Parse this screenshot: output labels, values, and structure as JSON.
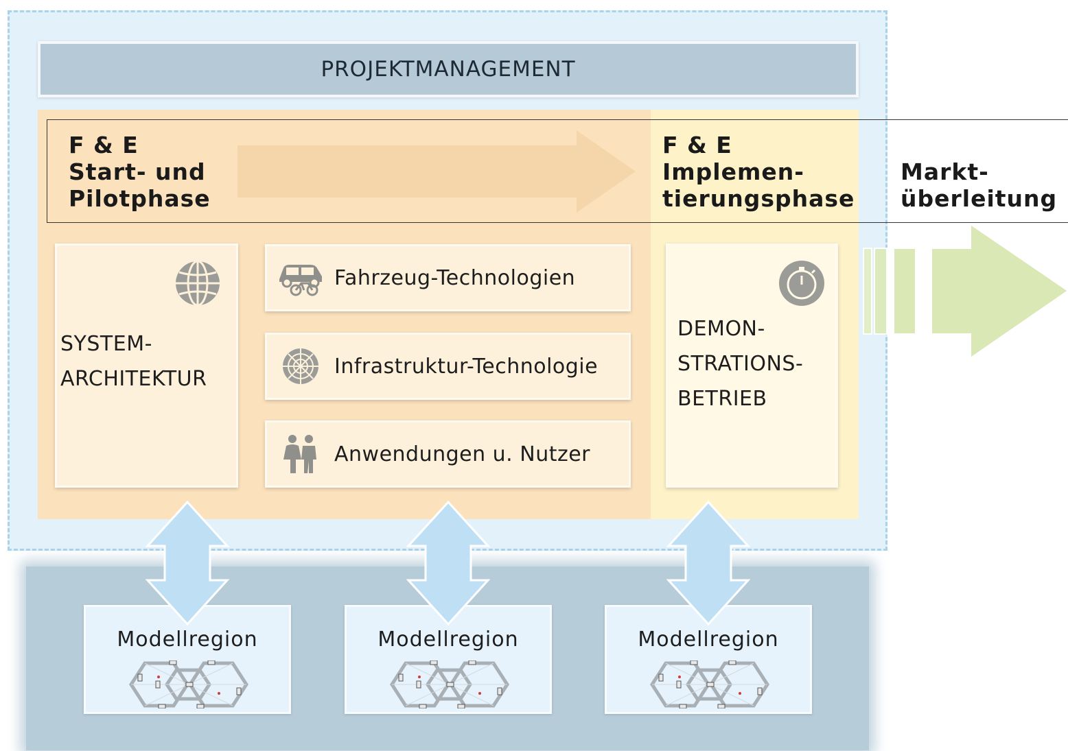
{
  "header": {
    "title": "PROJEKTMANAGEMENT"
  },
  "phases": [
    {
      "label": "F & E\nStart- und\nPilotphase"
    },
    {
      "label": "F & E\nImplemen-\ntierungsphase"
    },
    {
      "label": "Markt-\nüberleitung"
    }
  ],
  "system_card": {
    "label": "SYSTEM-\nARCHITEKTUR",
    "icon": "globe-icon"
  },
  "tech_cards": [
    {
      "label": "Fahrzeug-Technologien",
      "icon": "car-bike-icon"
    },
    {
      "label": "Infrastruktur-Technologie",
      "icon": "web-icon"
    },
    {
      "label": "Anwendungen u. Nutzer",
      "icon": "people-icon"
    }
  ],
  "demo_card": {
    "label": "DEMON-\nSTRATIONS-\nBETRIEB",
    "icon": "stopwatch-icon"
  },
  "regions": [
    {
      "label": "Modellregion",
      "icon": "road-network-icon"
    },
    {
      "label": "Modellregion",
      "icon": "road-network-icon"
    },
    {
      "label": "Modellregion",
      "icon": "road-network-icon"
    }
  ],
  "colors": {
    "frame": "#e3f1fb",
    "project_bar": "#b5c9d6",
    "pilot_zone": "#fbe2bd",
    "implementation_zone": "#fdf2c8",
    "market_arrow": "#d9e8b4",
    "double_arrow": "#bfe0f4",
    "region_band": "#b7ccd9"
  }
}
